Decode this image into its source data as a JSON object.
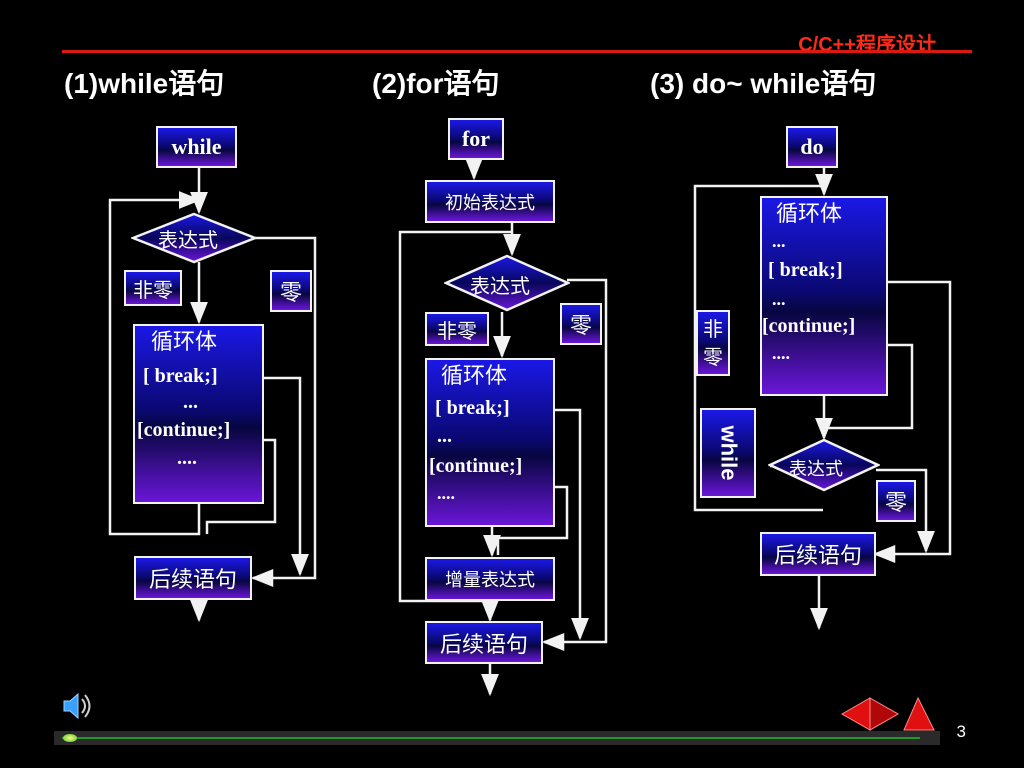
{
  "header": "C/C++程序设计",
  "titles": {
    "while": "(1)while语句",
    "for": "(2)for语句",
    "do": "(3) do~ while语句"
  },
  "flow_while": {
    "keyword": "while",
    "condition": "表达式",
    "nonzero": "非零",
    "zero": "零",
    "body_title": "循环体",
    "body_lines": [
      "[ break;]",
      "...",
      "[continue;]",
      "...."
    ],
    "next": "后续语句"
  },
  "flow_for": {
    "keyword": "for",
    "init": "初始表达式",
    "condition": "表达式",
    "nonzero": "非零",
    "zero": "零",
    "body_title": "循环体",
    "body_lines": [
      "[ break;]",
      "...",
      "[continue;]",
      "...."
    ],
    "increment": "增量表达式",
    "next": "后续语句"
  },
  "flow_do": {
    "keyword": "do",
    "body_title": "循环体",
    "body_lines": [
      "...",
      "[ break;]",
      "...",
      "[continue;]",
      "...."
    ],
    "nonzero_1": "非",
    "nonzero_2": "零",
    "while_label": "while",
    "condition": "表达式",
    "zero": "零",
    "next": "后续语句"
  },
  "page_number": "3",
  "colors": {
    "background": "#000000",
    "accent_red": "#d81a10",
    "box_blue": "#1b18e6",
    "box_purple": "#6a16d8",
    "line_white": "#f2f2f2"
  },
  "icons": [
    "speaker-icon",
    "prev-slide-icon",
    "next-slide-icon"
  ]
}
